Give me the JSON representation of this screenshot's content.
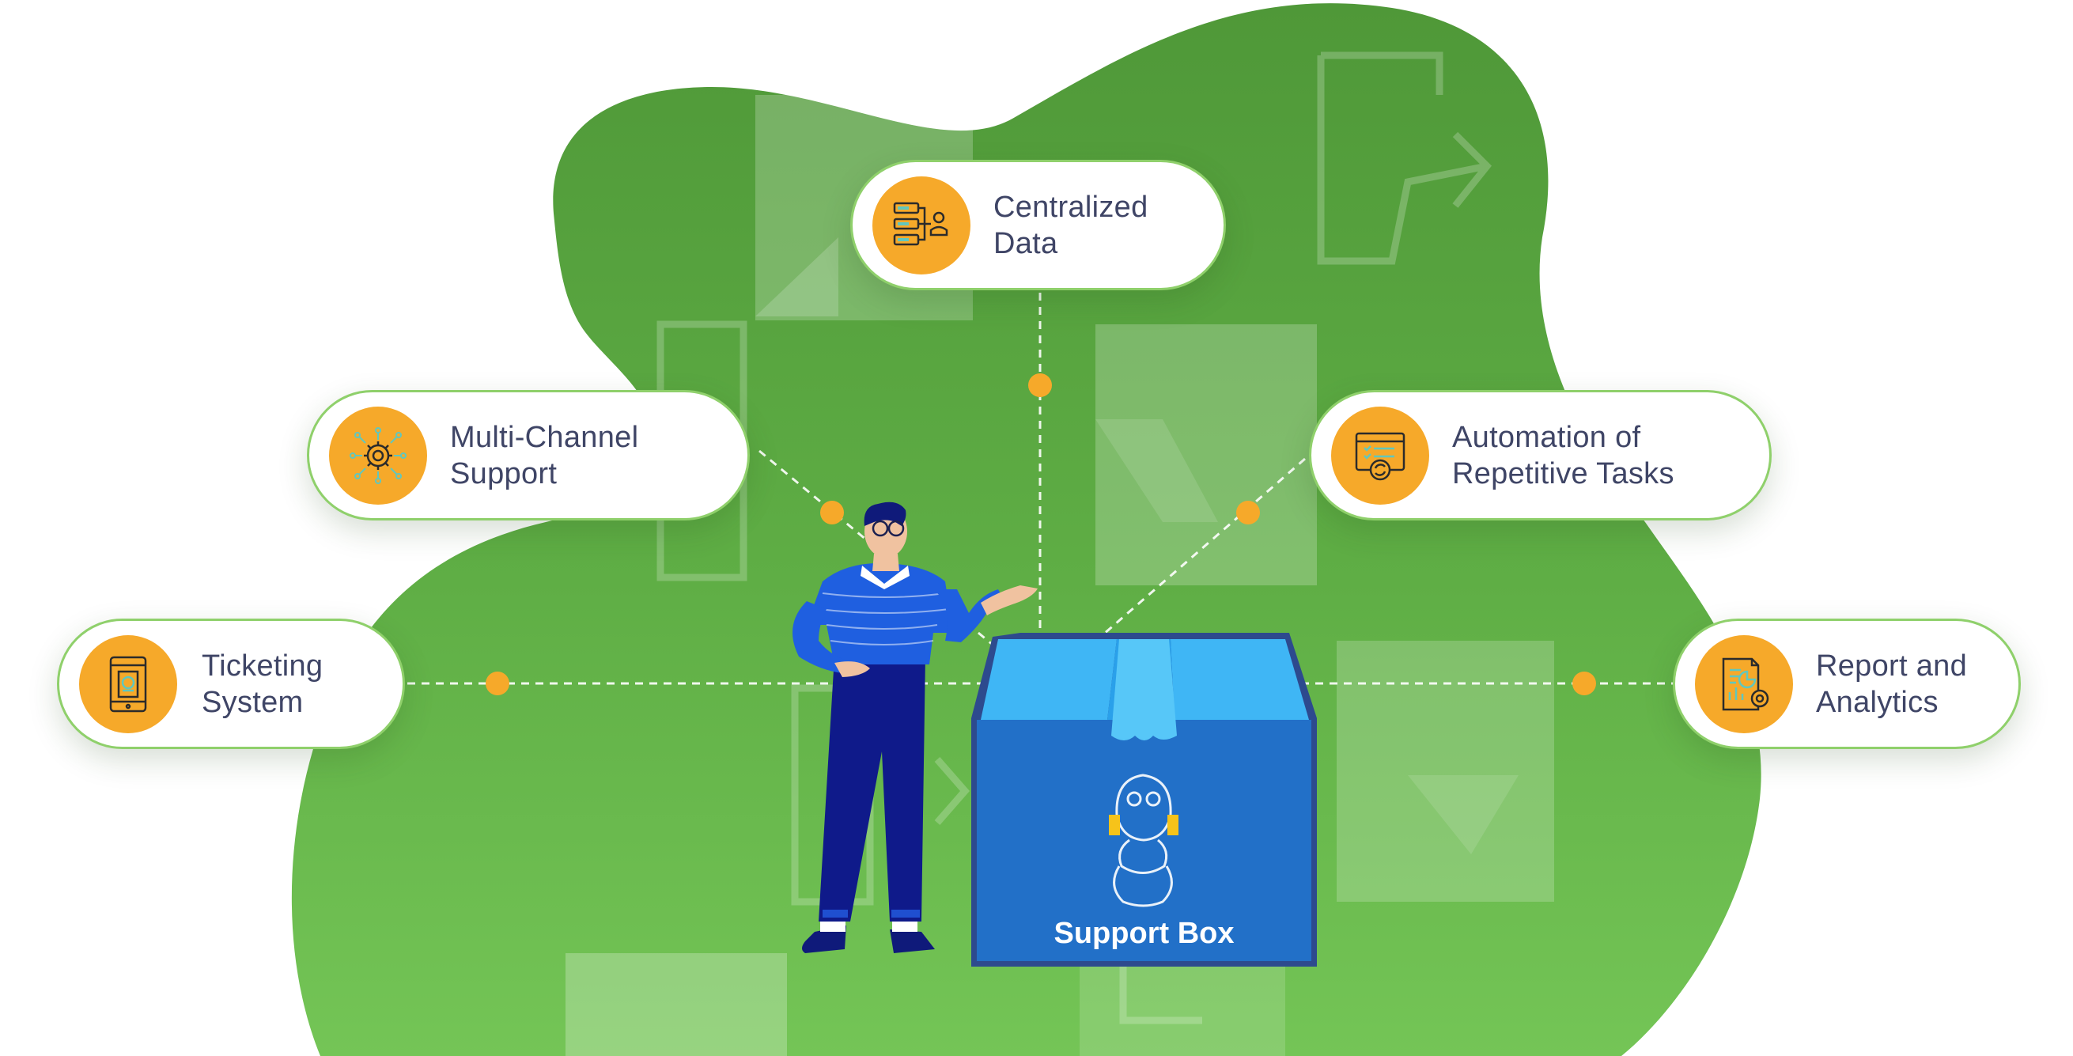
{
  "diagram": {
    "box_label": "Support Box",
    "features": {
      "centralized": {
        "lines": [
          "Centralized",
          "Data"
        ],
        "icon": "data-hierarchy-icon"
      },
      "multichannel": {
        "lines": [
          "Multi-Channel",
          "Support"
        ],
        "icon": "network-gear-icon"
      },
      "automation": {
        "lines": [
          "Automation of",
          "Repetitive Tasks"
        ],
        "icon": "browser-sync-icon"
      },
      "ticketing": {
        "lines": [
          "Ticketing",
          "System"
        ],
        "icon": "ticket-tablet-icon"
      },
      "report": {
        "lines": [
          "Report and",
          "Analytics"
        ],
        "icon": "report-chart-icon"
      }
    }
  },
  "colors": {
    "blob_green": "#5fae45",
    "accent_orange": "#f6a92a",
    "box_blue": "#2270c8",
    "box_flap_blue": "#3fb6f5",
    "text_dark": "#3f4566",
    "pill_border": "#8fd06b"
  }
}
